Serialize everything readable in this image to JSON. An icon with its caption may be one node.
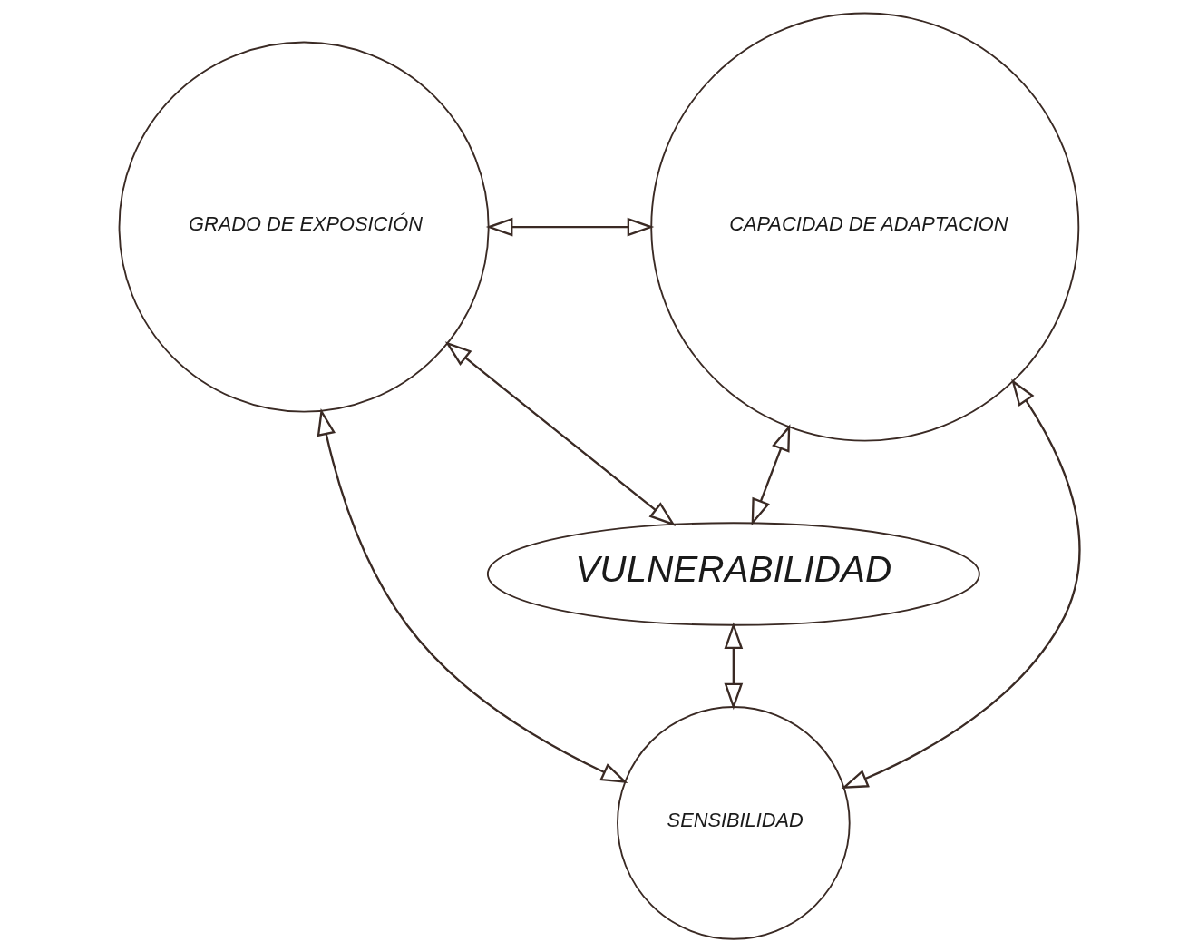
{
  "diagram": {
    "nodes": [
      {
        "text": [
          "GRADO DE EXPOSICIÓN"
        ]
      },
      {
        "text": [
          "CAPACIDAD DE ADAPTACION"
        ]
      },
      {
        "text": [
          "VULNERABILIDAD"
        ]
      },
      {
        "text": [
          "SENSIBILIDAD"
        ]
      }
    ],
    "edges": [
      {
        "from": 0,
        "to": 1,
        "arrow": "both"
      },
      {
        "from": 0,
        "to": 2,
        "arrow": "both"
      },
      {
        "from": 1,
        "to": 2,
        "arrow": "both"
      },
      {
        "from": 2,
        "to": 3,
        "arrow": "both"
      },
      {
        "from": 0,
        "to": 3,
        "arrow": "both"
      },
      {
        "from": 1,
        "to": 3,
        "arrow": "both"
      }
    ]
  }
}
